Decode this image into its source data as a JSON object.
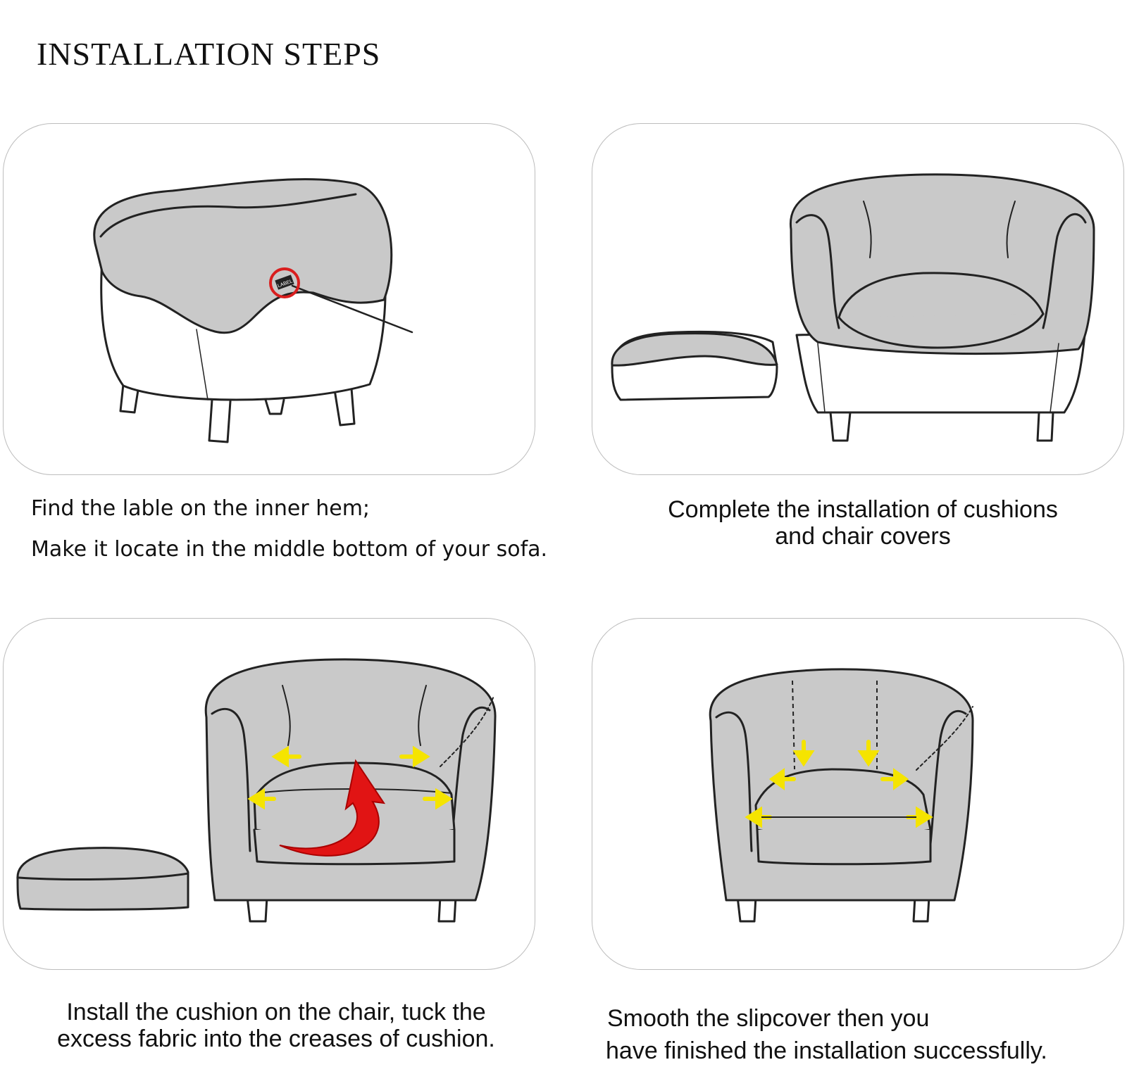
{
  "header": {
    "title": "INSTALLATION STEPS"
  },
  "steps": [
    {
      "line1": "Find the lable on the inner hem;",
      "line2": "Make it locate in the middle bottom of your sofa.",
      "label_tag": "LABEL"
    },
    {
      "line1": "Complete the installation of cushions",
      "line2": "and chair covers"
    },
    {
      "line1": "Install the cushion on the chair, tuck the",
      "line2": "excess fabric into the creases of cushion."
    },
    {
      "line1": "Smooth the slipcover then you",
      "line2": "have finished the installation successfully."
    }
  ],
  "colors": {
    "cover": "#c9c9c9",
    "outline": "#222222",
    "arrow_yellow": "#f5e400",
    "arrow_red": "#e11414",
    "label_circle": "#d91e1e",
    "card_border": "#bdbdbd"
  }
}
